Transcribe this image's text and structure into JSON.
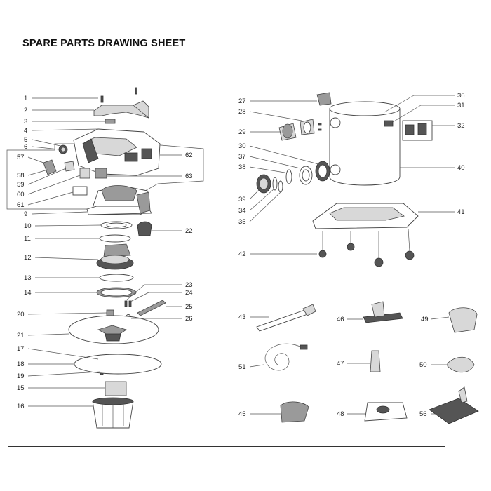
{
  "sheet": {
    "title": "SPARE PARTS DRAWING SHEET"
  },
  "callouts": [
    "1",
    "2",
    "3",
    "4",
    "5",
    "6",
    "57",
    "58",
    "59",
    "60",
    "61",
    "62",
    "63",
    "9",
    "10",
    "22",
    "11",
    "12",
    "13",
    "14",
    "23",
    "24",
    "25",
    "20",
    "26",
    "21",
    "17",
    "18",
    "19",
    "15",
    "16",
    "27",
    "36",
    "28",
    "31",
    "29",
    "32",
    "30",
    "37",
    "40",
    "38",
    "39",
    "34",
    "35",
    "41",
    "42",
    "43",
    "46",
    "49",
    "51",
    "47",
    "50",
    "45",
    "48",
    "56"
  ]
}
